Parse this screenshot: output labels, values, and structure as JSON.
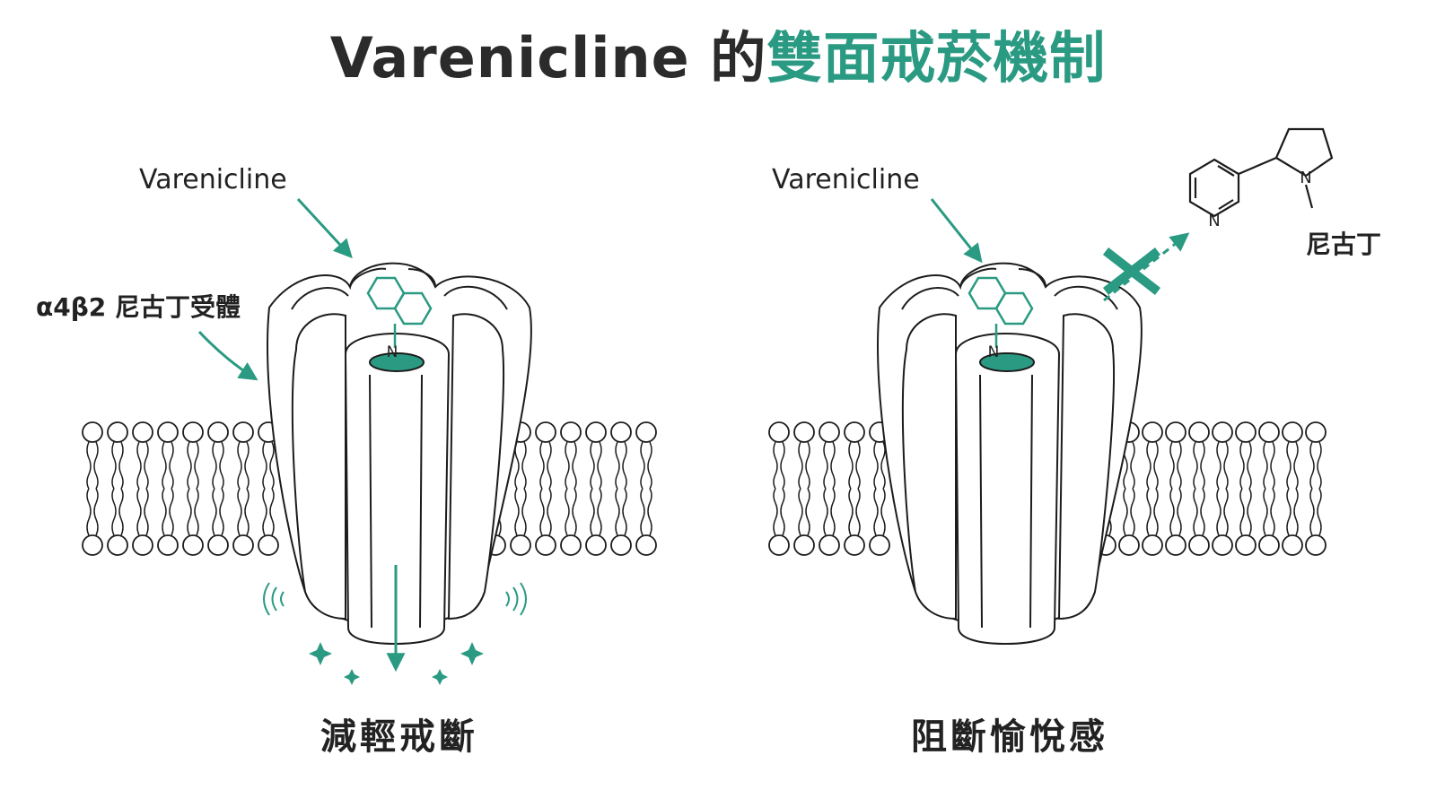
{
  "title": {
    "prefix": "Varenicline 的",
    "highlight": "雙面戒菸機制"
  },
  "left_panel": {
    "drug_label": "Varenicline",
    "receptor_label": "α4β2 尼古丁受體",
    "nitrogen_label": "N",
    "caption": "減輕戒斷"
  },
  "right_panel": {
    "drug_label": "Varenicline",
    "nitrogen_label": "N",
    "nicotine_label": "尼古丁",
    "nicotine_n_pyridine": "N",
    "nicotine_n_pyrrolidine": "N",
    "caption": "阻斷愉悅感"
  },
  "colors": {
    "accent": "#2a9a82",
    "ink": "#222222",
    "title": "#2b2b2b"
  }
}
